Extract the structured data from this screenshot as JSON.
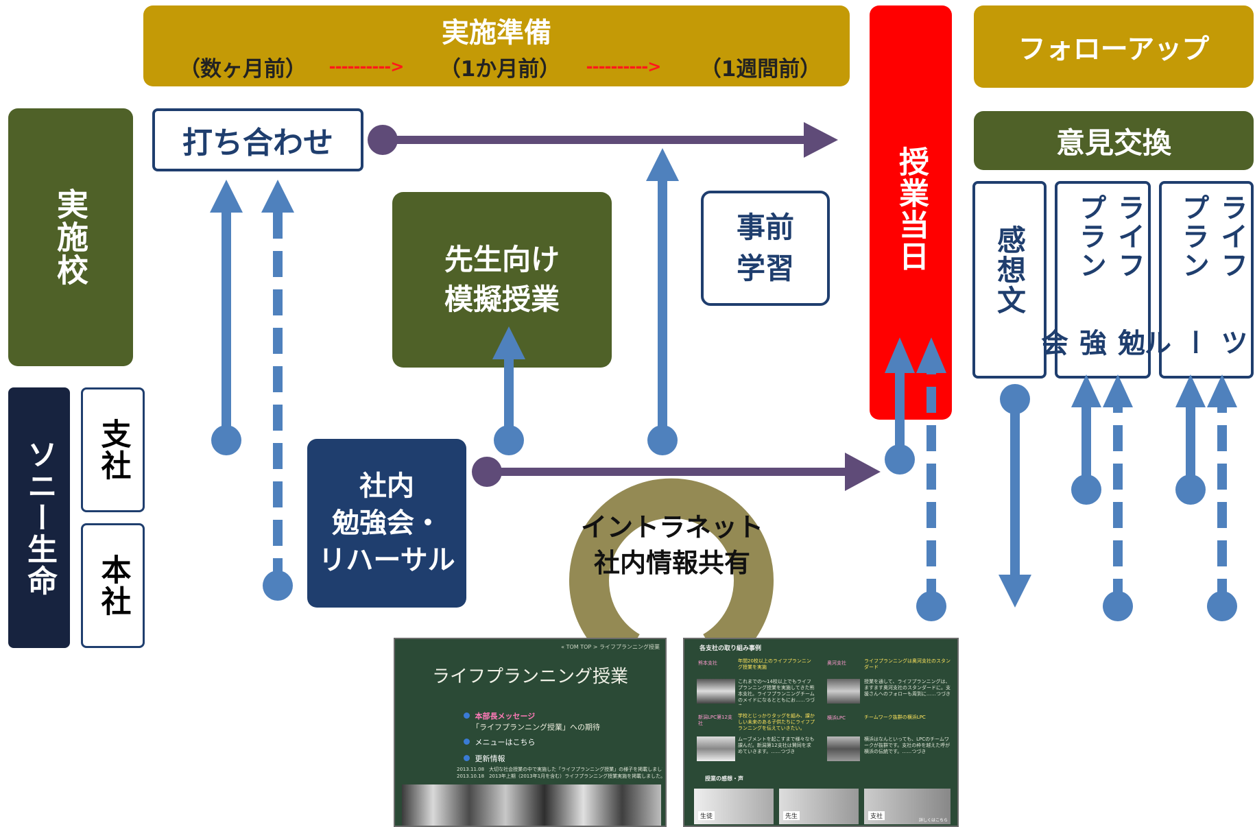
{
  "colors": {
    "gold": "#c49a06",
    "olive": "#4f6128",
    "navy": "#1f3e6e",
    "dark_navy": "#17233f",
    "red": "#ff0000",
    "arrow_blue": "#4f81bd",
    "arrow_purple": "#5f4b78",
    "loop_gold": "#948a54",
    "board_green": "#2b4a36"
  },
  "header": {
    "preparation": {
      "title": "実施準備",
      "stage1": "（数ヶ月前）",
      "stage2": "（1か月前）",
      "stage3": "（1週間前）",
      "arrow": "---------->"
    },
    "follow_up": "フォローアップ",
    "class_day": "授業当日"
  },
  "rows": {
    "school": "実施校",
    "sony_life": "ソニー生命",
    "branch": "支社",
    "head_office": "本社"
  },
  "boxes": {
    "meeting": "打ち合わせ",
    "mock_lesson_line1": "先生向け",
    "mock_lesson_line2": "模擬授業",
    "pre_study_line1": "事前",
    "pre_study_line2": "学習",
    "internal_line1": "社内",
    "internal_line2": "勉強会・",
    "internal_line3": "リハーサル",
    "opinion_exchange": "意見交換",
    "impressions": "感想文",
    "study_group_a": "ライフプラン",
    "study_group_b": "勉強会",
    "tool_a": "ライフプラン",
    "tool_b": "ツール"
  },
  "intranet": {
    "line1": "イントラネット",
    "line2": "社内情報共有"
  },
  "screenshot_left": {
    "breadcrumb": "« TOM TOP > ライフプランニング授業",
    "title": "ライフプランニング授業",
    "item1_label": "本部長メッセージ",
    "item1_text": "「ライフプランニング授業」への期待",
    "item2": "メニューはこちら",
    "item3": "更新情報",
    "news1": "2013.11.08　大切な社会授業の中で実施した「ライフプランニング授業」の様子を掲載しました。",
    "news2": "2013.10.18　2013年上期（2013年1月を含む）ライフプランニング授業実施を掲載しました。"
  },
  "screenshot_right": {
    "heading": "各支社の取り組み事例",
    "c1_office": "熊本支社",
    "c1_title": "年間20校以上のライフプランニング授業を実施",
    "c1_text": "これまでの～14校以上でもライフプランニング授業を実施してきた熊本支社。ライフプランニングチームのメイドになるとともにお……つづき",
    "c2_office": "奥河支社",
    "c2_title": "ライフプランニングは奥河支社のスタンダード",
    "c2_text": "授業を通して、ライフプランニングは、ますます奥河支社のスタンダードに。支援さんへのフォローも周到に……つづき",
    "c3_office": "新潟LPC第12支社",
    "c3_title": "学校とじっかりタッグを組み、課かしい未来のある子供たちにライフプランニングを伝えていきたい。",
    "c3_text": "ムーブメントを起こすまで様々なも課んだ。新潟第12支社は賛同を求めていきます。……つづき",
    "c4_office": "横浜LPC",
    "c4_title": "チームワーク抜群の横浜LPC",
    "c4_text": "横浜はなんといっても、LPCのチームワークが抜群です。支社の枠を越えた呼が横浜の伝統です。……つづき",
    "voices": "授業の感想・声",
    "t1": "生徒",
    "t2": "先生",
    "t3": "支社",
    "more": "詳しくはこちら"
  }
}
